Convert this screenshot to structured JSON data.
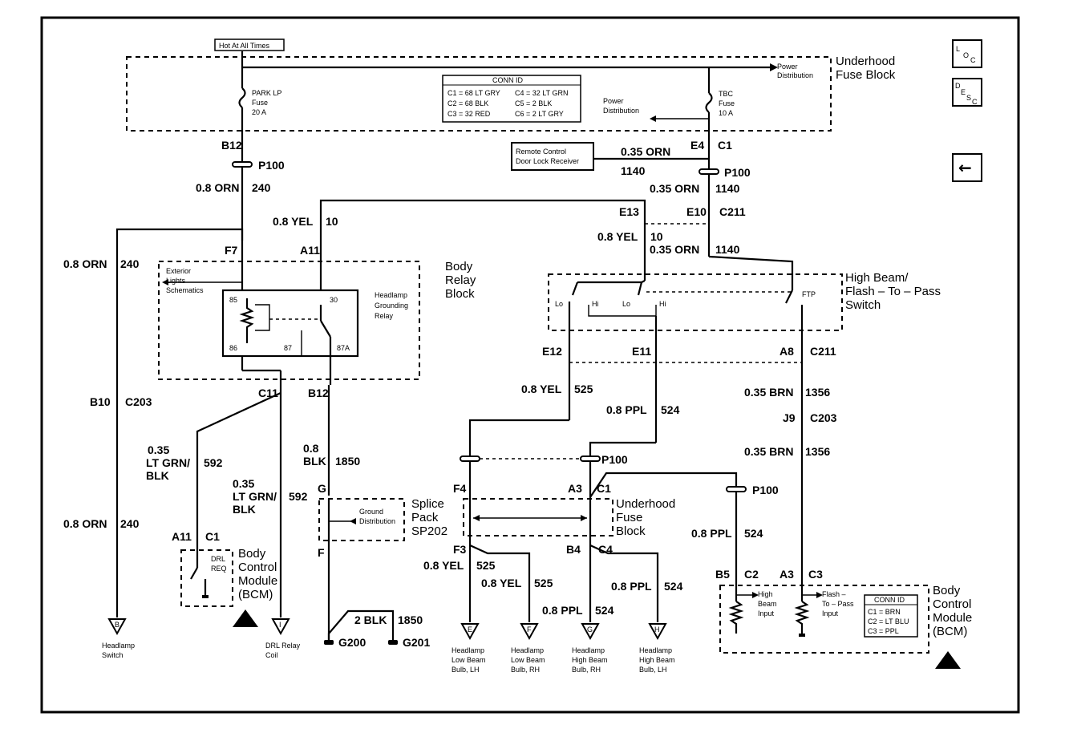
{
  "top_tag": "Hot At All Times",
  "fuse_block_top": {
    "line1": "Underhood",
    "line2": "Fuse Block"
  },
  "power_dist_right": {
    "line1": "Power",
    "line2": "Distribution"
  },
  "power_dist_mid": {
    "line1": "Power",
    "line2": "Distribution"
  },
  "park_fuse": {
    "line1": "PARK LP",
    "line2": "Fuse",
    "line3": "20 A"
  },
  "tbc_fuse": {
    "line1": "TBC",
    "line2": "Fuse",
    "line3": "10 A"
  },
  "conn_id_top": {
    "title": "CONN ID",
    "rows": [
      "C1 = 68 LT GRY",
      "C2 = 68 BLK",
      "C3 = 32 RED"
    ],
    "rows2": [
      "C4 = 32 LT GRN",
      "C5 = 2 BLK",
      "C6 = 2 LT GRY"
    ]
  },
  "loc_button": {
    "a": "L",
    "b": "O",
    "c": "C"
  },
  "desc_button": {
    "a": "D",
    "b": "E",
    "c": "S",
    "d": "C"
  },
  "back_arrow": "←",
  "remote_receiver": {
    "line1": "Remote Control",
    "line2": "Door Lock Receiver"
  },
  "labels": {
    "b12": "B12",
    "p100a": "P100",
    "orn240": "0.8 ORN",
    "n240": "240",
    "e4": "E4",
    "c1": "C1",
    "orn035a": "0.35 ORN",
    "n1140a": "1140",
    "p100b": "P100",
    "orn035b": "0.35 ORN",
    "n1140b": "1140",
    "yel08": "0.8 YEL",
    "n10": "10",
    "e13": "E13",
    "e10": "E10",
    "c211": "C211",
    "yel08b": "0.8 YEL",
    "n10b": "10",
    "orn035c": "0.35 ORN",
    "n1140c": "1140",
    "orn240b": "0.8 ORN",
    "n240b": "240",
    "f7": "F7",
    "a11": "A11",
    "b10": "B10",
    "c203": "C203",
    "c11": "C11",
    "b12b": "B12",
    "e12": "E12",
    "e11": "E11",
    "a8": "A8",
    "c211b": "C211",
    "yel525": "0.8 YEL",
    "n525": "525",
    "ppl524": "0.8 PPL",
    "n524": "524",
    "brn1356": "0.35 BRN",
    "n1356": "1356",
    "j9": "J9",
    "c203b": "C203",
    "brn1356b": "0.35 BRN",
    "n1356b": "1356",
    "ltgrn1a": "0.35",
    "ltgrn1b": "LT GRN/",
    "ltgrn1c": "BLK",
    "n592a": "592",
    "ltgrn2a": "0.35",
    "ltgrn2b": "LT GRN/",
    "ltgrn2c": "BLK",
    "n592b": "592",
    "blk08a": "0.8",
    "blk08b": "BLK",
    "n1850": "1850",
    "p100c": "P100",
    "f4": "F4",
    "a3": "A3",
    "c1b": "C1",
    "p100d": "P100",
    "g": "G",
    "f": "F",
    "orn240c": "0.8 ORN",
    "n240c": "240",
    "a11b": "A11",
    "c1c": "C1",
    "f3": "F3",
    "b4": "B4",
    "c4": "C4",
    "yel525b": "0.8 YEL",
    "n525b": "525",
    "yel525c": "0.8 YEL",
    "n525c": "525",
    "ppl524b": "0.8 PPL",
    "n524b": "524",
    "ppl524c": "0.8 PPL",
    "n524c": "524",
    "ppl524d": "0.8 PPL",
    "n524d": "524",
    "b5": "B5",
    "c2": "C2",
    "a3b": "A3",
    "c3": "C3",
    "blk2": "2 BLK",
    "n1850b": "1850",
    "g200": "G200",
    "g201": "G201"
  },
  "body_relay": {
    "line1": "Body",
    "line2": "Relay",
    "line3": "Block"
  },
  "ext_lights": {
    "line1": "Exterior",
    "line2": "Lights",
    "line3": "Schematics"
  },
  "hdlp_relay": {
    "line1": "Headlamp",
    "line2": "Grounding",
    "line3": "Relay"
  },
  "relay_pins": {
    "p85": "85",
    "p86": "86",
    "p87": "87",
    "p30": "30",
    "p87a": "87A"
  },
  "hb_switch": {
    "line1": "High Beam/",
    "line2": "Flash – To – Pass",
    "line3": "Switch"
  },
  "switch_pins": {
    "lo1": "Lo",
    "hi1": "Hi",
    "lo2": "Lo",
    "hi2": "Hi",
    "ftp": "FTP"
  },
  "splice": {
    "line1": "Splice",
    "line2": "Pack",
    "line3": "SP202"
  },
  "ground_dist": {
    "line1": "Ground",
    "line2": "Distribution"
  },
  "fuse_block_bot": {
    "line1": "Underhood",
    "line2": "Fuse",
    "line3": "Block"
  },
  "bcm_left": {
    "line1": "Body",
    "line2": "Control",
    "line3": "Module",
    "line4": "(BCM)"
  },
  "drl_req": {
    "line1": "DRL",
    "line2": "REQ"
  },
  "bcm_right": {
    "line1": "Body",
    "line2": "Control",
    "line3": "Module",
    "line4": "(BCM)"
  },
  "hb_input": {
    "line1": "High",
    "line2": "Beam",
    "line3": "Input"
  },
  "ftp_input": {
    "line1": "Flash –",
    "line2": "To – Pass",
    "line3": "Input"
  },
  "conn_id_bot": {
    "title": "CONN ID",
    "rows": [
      "C1 = BRN",
      "C2 = LT BLU",
      "C3 = PPL"
    ]
  },
  "refs": {
    "b": {
      "letter": "B",
      "line1": "Headlamp",
      "line2": "Switch"
    },
    "i": {
      "letter": "I",
      "line1": "DRL Relay",
      "line2": "Coil"
    },
    "e": {
      "letter": "E",
      "line1": "Headlamp",
      "line2": "Low Beam",
      "line3": "Bulb, LH"
    },
    "f": {
      "letter": "F",
      "line1": "Headlamp",
      "line2": "Low Beam",
      "line3": "Bulb, RH"
    },
    "g": {
      "letter": "G",
      "line1": "Headlamp",
      "line2": "High Beam",
      "line3": "Bulb, RH"
    },
    "h": {
      "letter": "H",
      "line1": "Headlamp",
      "line2": "High Beam",
      "line3": "Bulb, LH"
    }
  }
}
